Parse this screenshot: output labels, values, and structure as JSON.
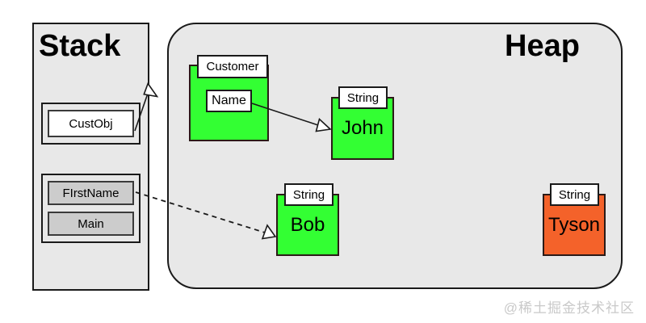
{
  "diagram": {
    "title": "Java Stack and Heap memory reference diagram",
    "colors": {
      "panel_fill": "#e8e8e8",
      "panel_border": "#1a1a1a",
      "object_green": "#33ff33",
      "object_orange": "#f4622a",
      "slot_gray": "#cccccc",
      "slot_white": "#ffffff",
      "watermark": "#c9c9c9"
    }
  },
  "stack": {
    "title": "Stack",
    "frames": [
      {
        "name": "custobj-frame",
        "slots": [
          {
            "label": "CustObj",
            "style": "white"
          }
        ]
      },
      {
        "name": "main-frame",
        "slots": [
          {
            "label": "FIrstName",
            "style": "gray"
          },
          {
            "label": "Main",
            "style": "gray"
          }
        ]
      }
    ]
  },
  "heap": {
    "title": "Heap",
    "objects": [
      {
        "id": "customer",
        "type_label": "Customer",
        "value": "",
        "color": "green",
        "fields": [
          {
            "label": "Name"
          }
        ]
      },
      {
        "id": "john",
        "type_label": "String",
        "value": "John",
        "color": "green",
        "fields": []
      },
      {
        "id": "bob",
        "type_label": "String",
        "value": "Bob",
        "color": "green",
        "fields": []
      },
      {
        "id": "tyson",
        "type_label": "String",
        "value": "Tyson",
        "color": "orange",
        "fields": []
      }
    ]
  },
  "connectors": [
    {
      "id": "custobj-to-customer",
      "from": "CustObj",
      "to": "Customer",
      "style": "solid",
      "arrow": "hollow-triangle"
    },
    {
      "id": "name-to-john",
      "from": "Name",
      "to": "John",
      "style": "solid",
      "arrow": "hollow-triangle"
    },
    {
      "id": "firstname-to-bob",
      "from": "FIrstName",
      "to": "Bob",
      "style": "dashed",
      "arrow": "hollow-triangle"
    }
  ],
  "watermark": {
    "text": "@稀土掘金技术社区"
  }
}
